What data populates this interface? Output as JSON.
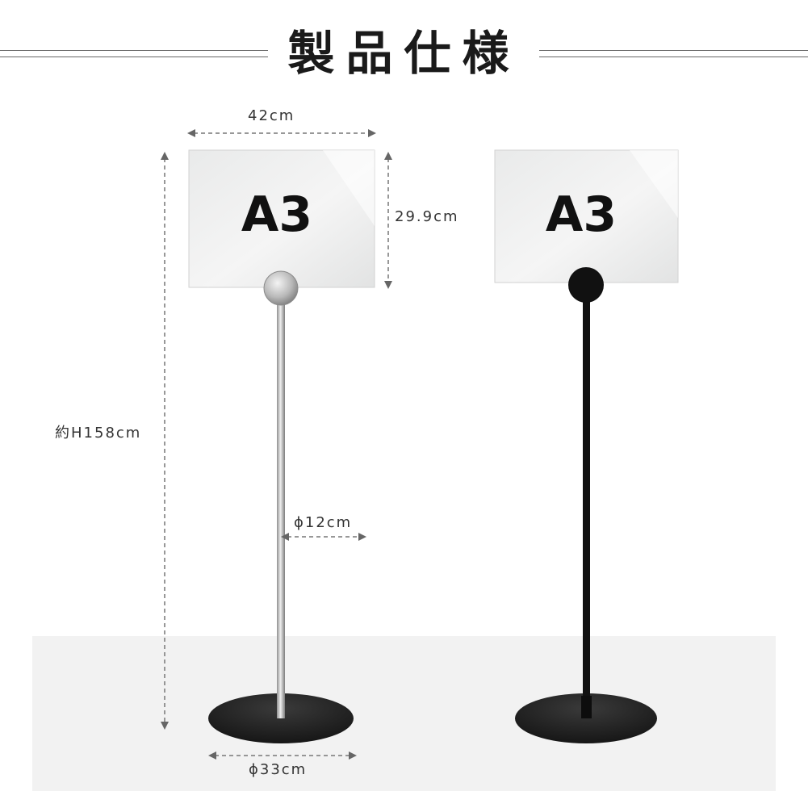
{
  "title": "製品仕様",
  "dimensions": {
    "width": "42cm",
    "panel_height": "29.9cm",
    "total_height": "約H158cm",
    "pole_diameter": "ϕ12cm",
    "base_diameter": "ϕ33cm"
  },
  "sign_label": "A3",
  "colors": {
    "silver_pole": "#bdbdbd",
    "black_pole": "#111111",
    "base": "#1c1c1c",
    "floor": "#f2f2f2"
  }
}
